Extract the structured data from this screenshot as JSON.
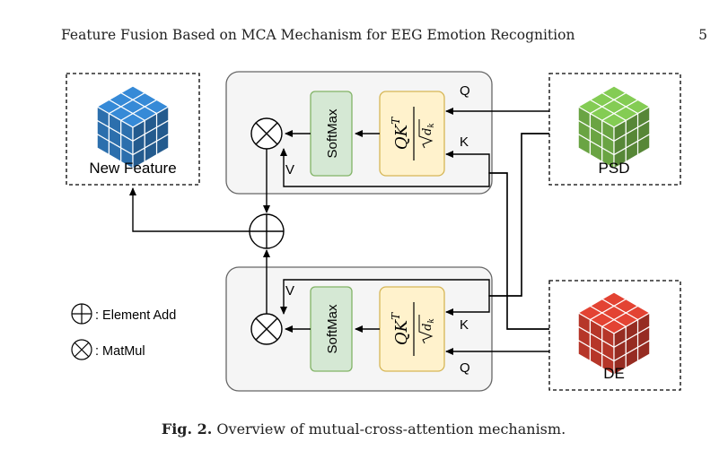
{
  "header": {
    "running_title": "Feature Fusion Based on MCA Mechanism for EEG Emotion Recognition",
    "page_number": "5"
  },
  "inputs": {
    "psd_label": "PSD",
    "de_label": "DE",
    "output_label": "New Feature"
  },
  "blocks": {
    "softmax_label": "SoftMax",
    "formula_numerator": "QK",
    "formula_superscript": "T",
    "formula_denominator": "d",
    "formula_subscript": "k",
    "q_label": "Q",
    "k_label": "K",
    "v_label": "V"
  },
  "legend": {
    "element_add": ": Element Add",
    "matmul": ": MatMul"
  },
  "caption": {
    "fig_label": "Fig. 2.",
    "text": "Overview of mutual-cross-attention mechanism."
  },
  "colors": {
    "output_cube": "#2e75b6",
    "psd_cube": "#70ad47",
    "de_cube": "#c0392b",
    "softmax_fill": "#d5e8d4",
    "softmax_stroke": "#82b366",
    "formula_fill": "#fff2cc",
    "formula_stroke": "#d6b656",
    "block_fill": "#f5f5f5",
    "block_stroke": "#666666"
  }
}
